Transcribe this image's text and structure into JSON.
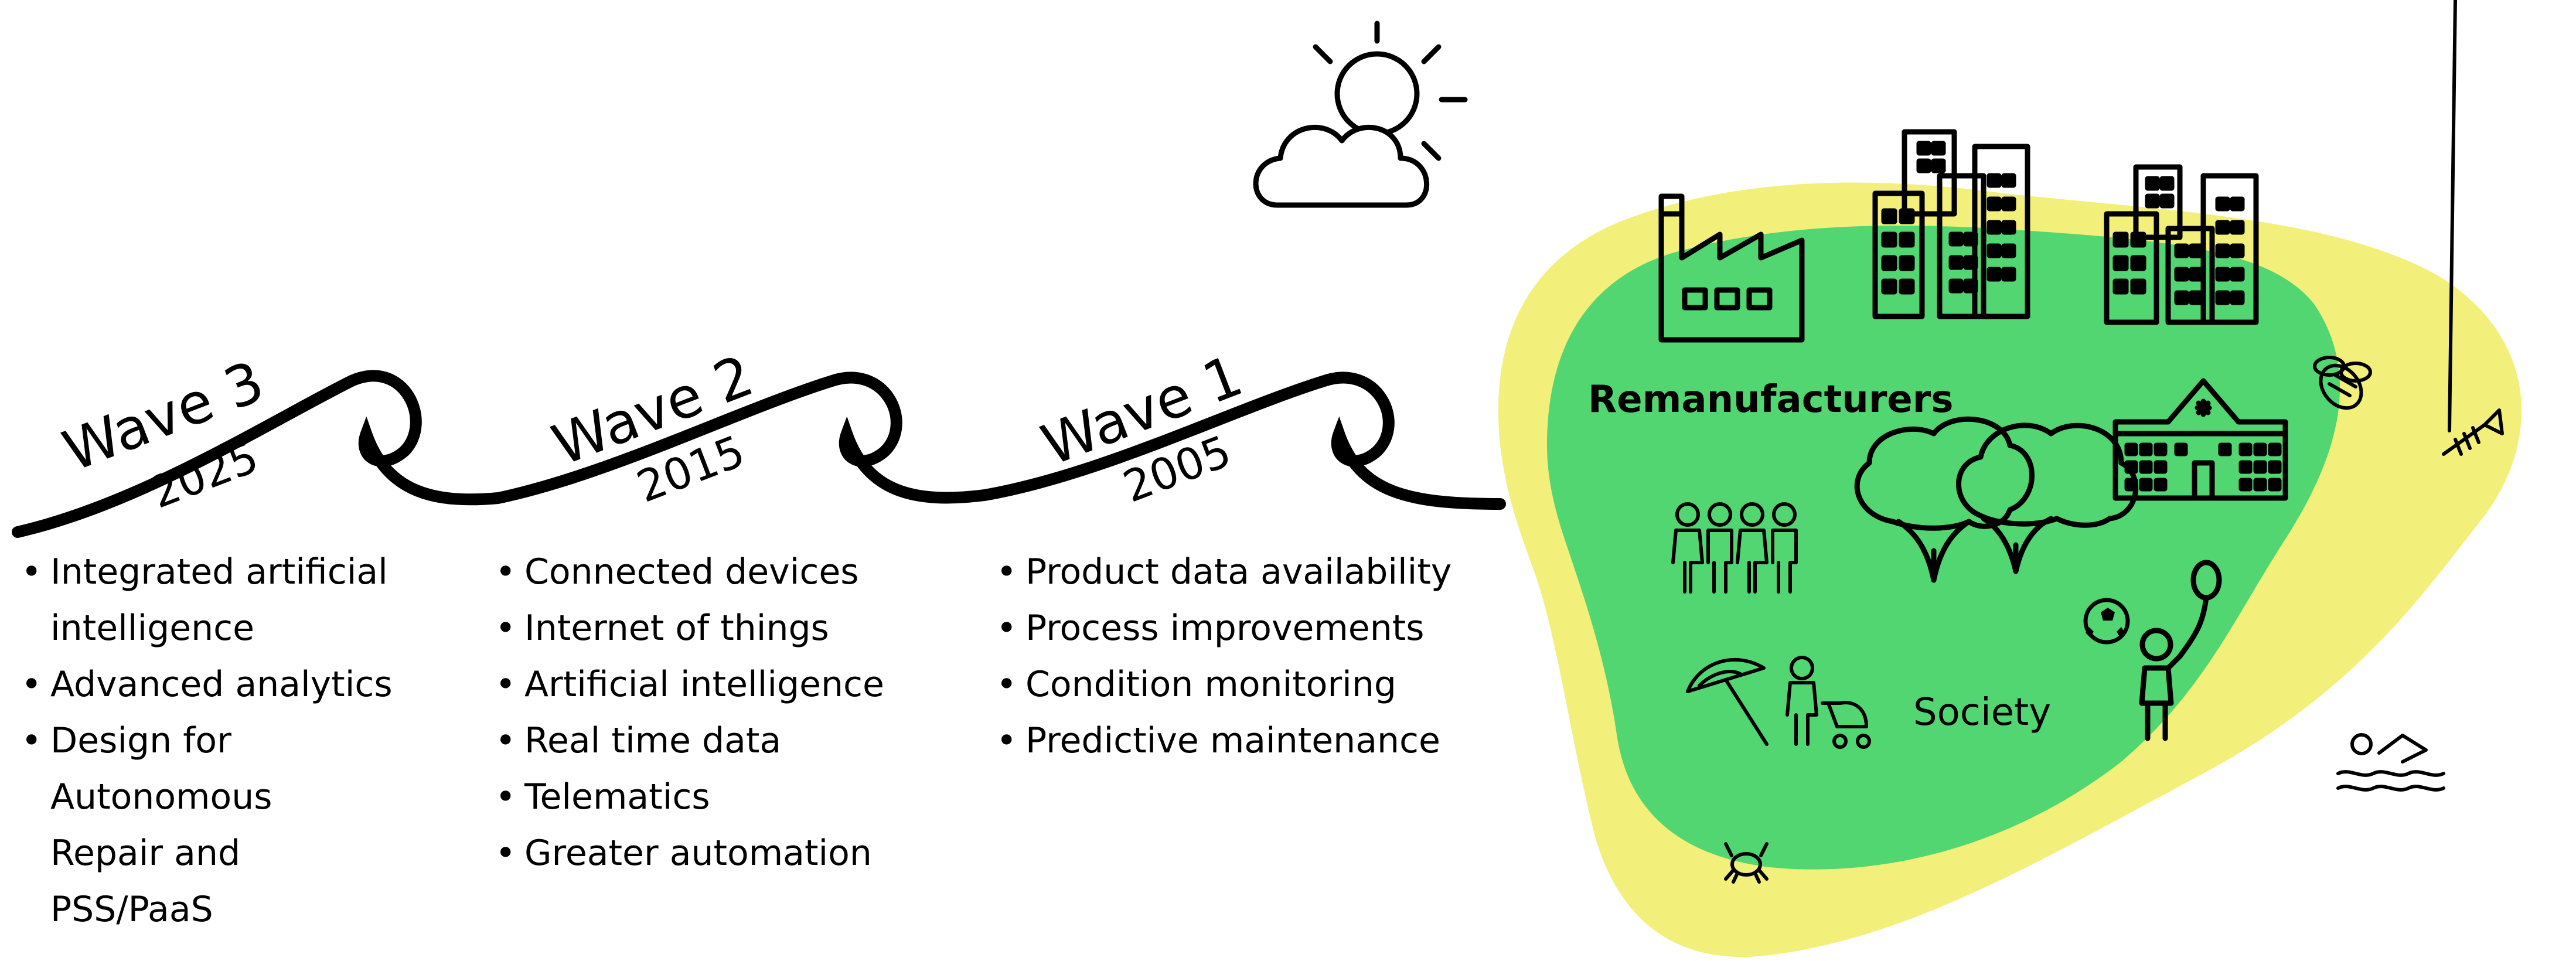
{
  "waves": [
    {
      "title": "Wave 3",
      "year": "2025",
      "items": [
        "Integrated artificial",
        "intelligence",
        "Advanced analytics",
        "Design for",
        "Autonomous",
        "Repair and",
        "PSS/PaaS"
      ],
      "bulleted": [
        true,
        false,
        true,
        true,
        false,
        false,
        false
      ]
    },
    {
      "title": "Wave 2",
      "year": "2015",
      "items": [
        "Connected devices",
        "Internet of things",
        "Artificial intelligence",
        "Real time data",
        "Telematics",
        "Greater automation"
      ],
      "bulleted": [
        true,
        true,
        true,
        true,
        true,
        true
      ]
    },
    {
      "title": "Wave 1",
      "year": "2005",
      "items": [
        "Product data availability",
        "Process improvements",
        "Condition monitoring",
        "Predictive maintenance"
      ],
      "bulleted": [
        true,
        true,
        true,
        true
      ]
    }
  ],
  "island": {
    "remanufacturers_label": "Remanufacturers",
    "society_label": "Society",
    "colors": {
      "inner": "#52d672",
      "outer": "#f2f07a"
    }
  },
  "icons": [
    "sun-cloud-icon",
    "factory-icon",
    "city-buildings-icon",
    "school-icon",
    "trees-icon",
    "family-icon",
    "umbrella-icon",
    "parent-stroller-icon",
    "child-balloon-icon",
    "soccer-ball-icon",
    "bee-icon",
    "fish-bone-icon",
    "swimmer-icon",
    "crab-icon"
  ]
}
